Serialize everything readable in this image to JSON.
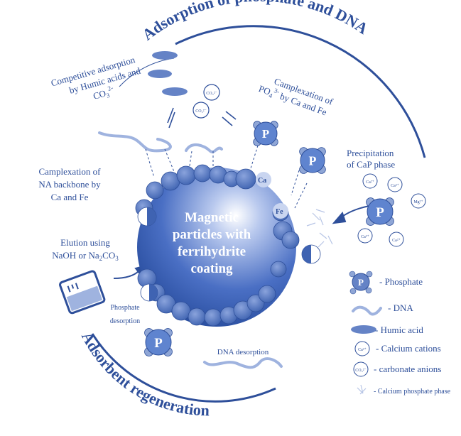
{
  "colors": {
    "primary": "#2e4f9a",
    "light": "#8fa6d6",
    "sphere_light": "#5f84cf",
    "sphere_dark": "#1b3f8f",
    "background": "#ffffff"
  },
  "arc_titles": {
    "top": "Adsorption of phosphate and DNA",
    "bottom": "Adsorbent regeneration"
  },
  "center": {
    "line1": "Magnetic",
    "line2": "particles with",
    "line3": "ferrihydrite",
    "line4": "coating"
  },
  "annotations": {
    "competitive": {
      "line1": "Competitive adsorption",
      "line2": "by Humic acids and",
      "line3": "CO",
      "line3_sub": "3",
      "line3_sup": "2-"
    },
    "complexation_po4": {
      "line1": "Camplexation of",
      "line2_chem": "PO",
      "line2_sub": "4",
      "line2_sup": "3-",
      "line2_rest": " by Ca and Fe"
    },
    "precipitation": {
      "line1": "Precipitation",
      "line2": "of CaP phase"
    },
    "complexation_na": {
      "line1": "Camplexation of",
      "line2": "NA backbone  by",
      "line3": "Ca and Fe"
    },
    "elution": {
      "line1": "Elution using",
      "line2_a": "NaOH or Na",
      "line2_sub1": "2",
      "line2_b": "CO",
      "line2_sub2": "3"
    },
    "phosphate_desorption": {
      "line1": "Phosphate",
      "line2": "desorption"
    },
    "dna_desorption": "DNA desorption"
  },
  "molecule_labels": {
    "phosphate": "P",
    "calcium": "Ca",
    "iron": "Fe",
    "magnesium": "Mg",
    "calcium_ion": "Ca²⁺",
    "carbonate": "CO₃²⁻",
    "mg_ion": "Mg²⁺"
  },
  "legend": [
    {
      "icon": "phosphate-icon",
      "label": "- Phosphate"
    },
    {
      "icon": "dna-icon",
      "label": "- DNA"
    },
    {
      "icon": "humic-acid-icon",
      "label": "- Humic acid"
    },
    {
      "icon": "calcium-cation-icon",
      "label": "- Calcium cations"
    },
    {
      "icon": "carbonate-anion-icon",
      "label": "- carbonate anions"
    },
    {
      "icon": "calcium-phosphate-icon",
      "label": "- Calcium phosphate phase"
    }
  ]
}
